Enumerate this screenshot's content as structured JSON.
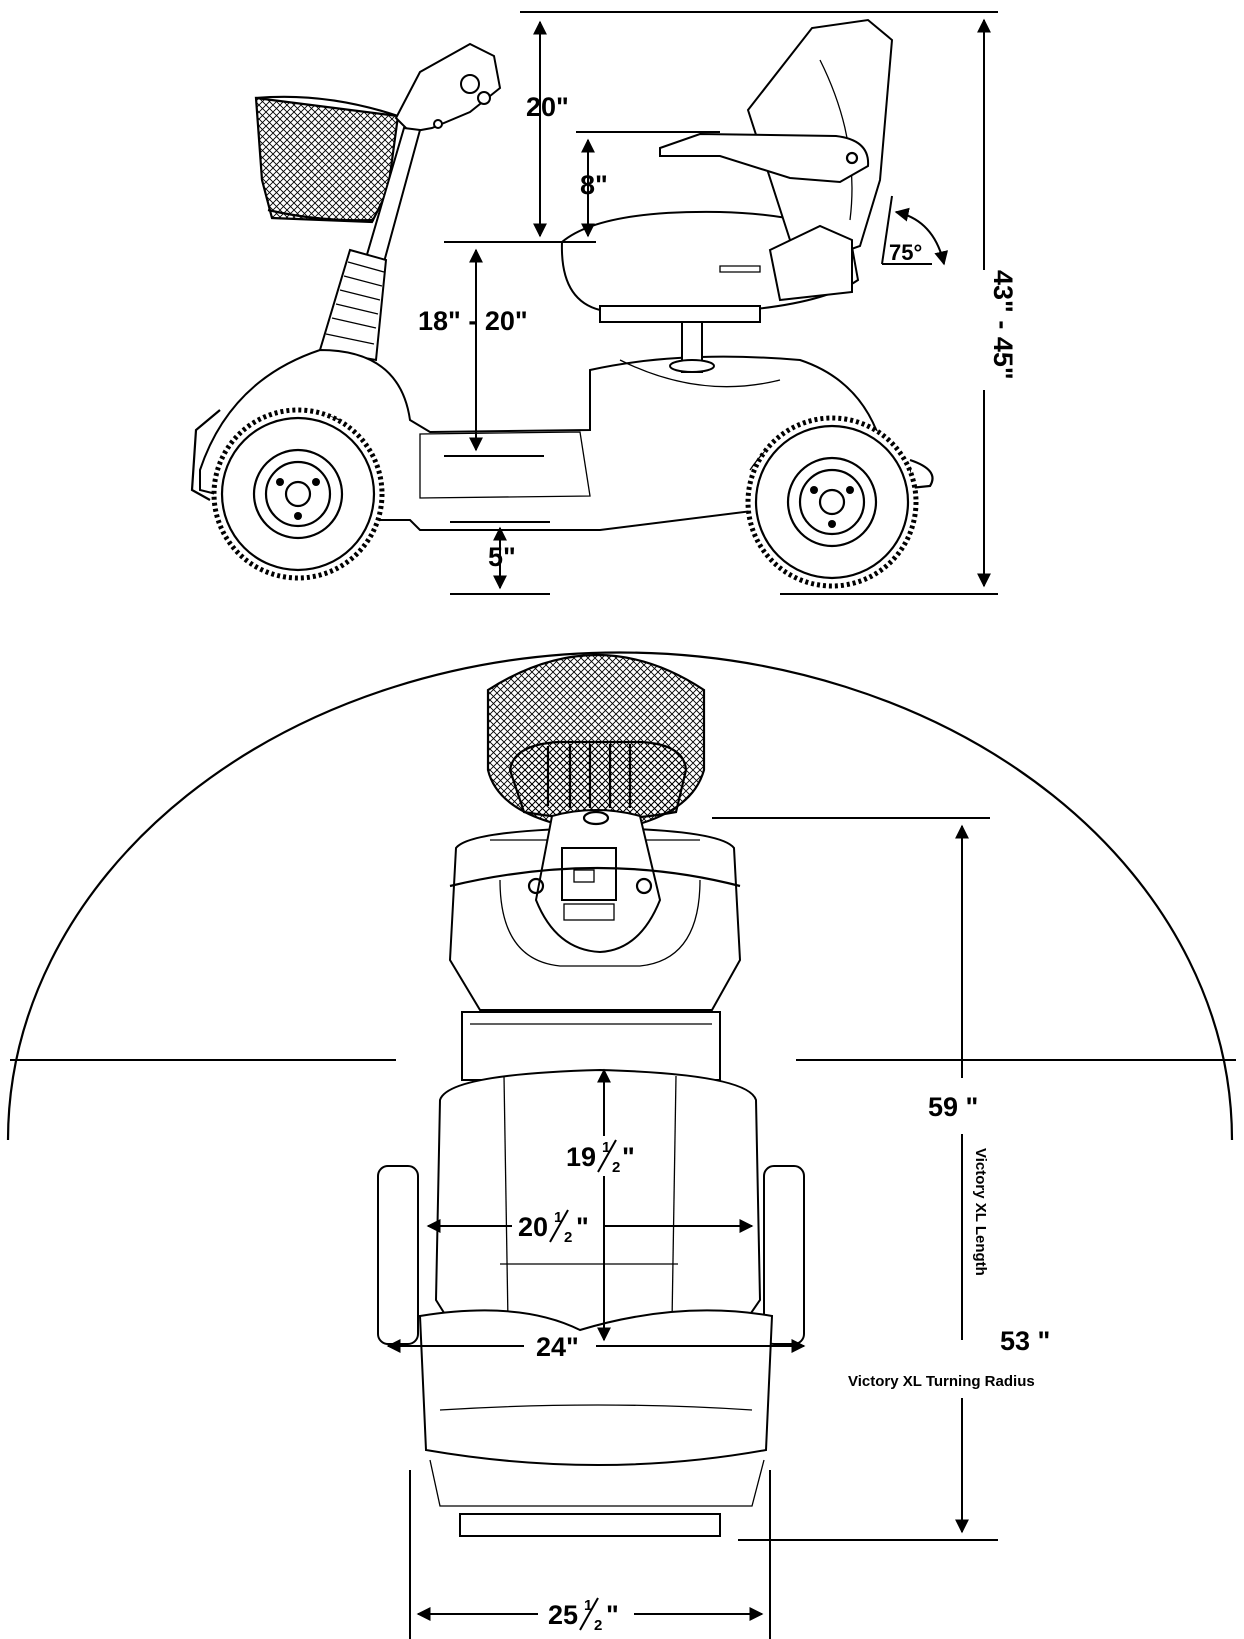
{
  "side_view": {
    "top_seat_height": "20\"",
    "armrest_height": "8\"",
    "seat_floor_height": "18\" - 20\"",
    "ground_clearance": "5\"",
    "overall_height": "43\" - 45\"",
    "recline_angle": "75°"
  },
  "top_view": {
    "overall_length": "59 \"",
    "length_caption": "Victory XL Length",
    "seat_depth_whole": "19",
    "seat_width_whole": "20",
    "armrest_width": "24\"",
    "turning_radius": "53 \"",
    "turning_caption": "Victory XL Turning Radius",
    "overall_width_whole": "25",
    "fraction_num": "1",
    "fraction_den": "2",
    "inch_mark": "\""
  }
}
